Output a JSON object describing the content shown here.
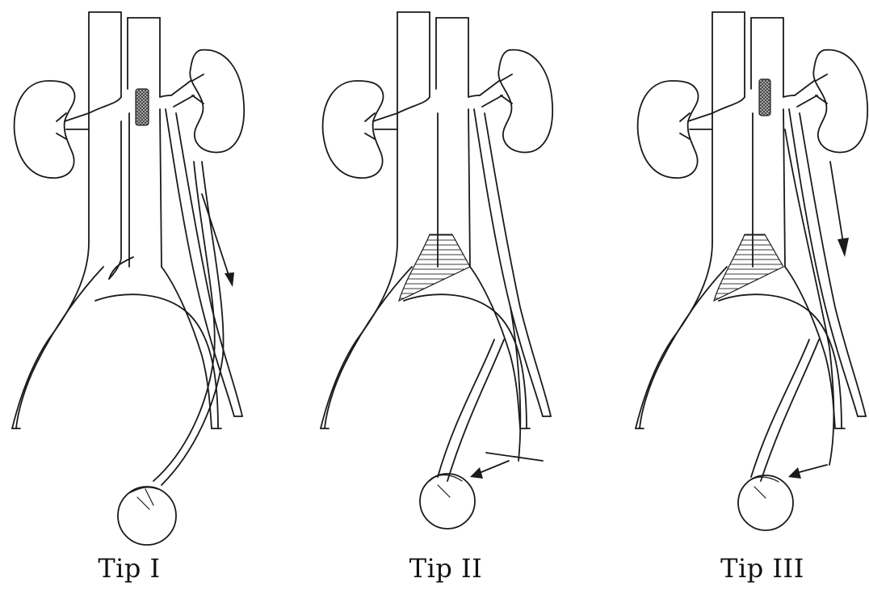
{
  "panels": [
    {
      "id": "tip1",
      "caption": "Tip I"
    },
    {
      "id": "tip2",
      "caption": "Tip II"
    },
    {
      "id": "tip3",
      "caption": "Tip III"
    }
  ],
  "colors": {
    "line": "#1a1a1a",
    "background": "#ffffff",
    "coil": "#555555"
  }
}
